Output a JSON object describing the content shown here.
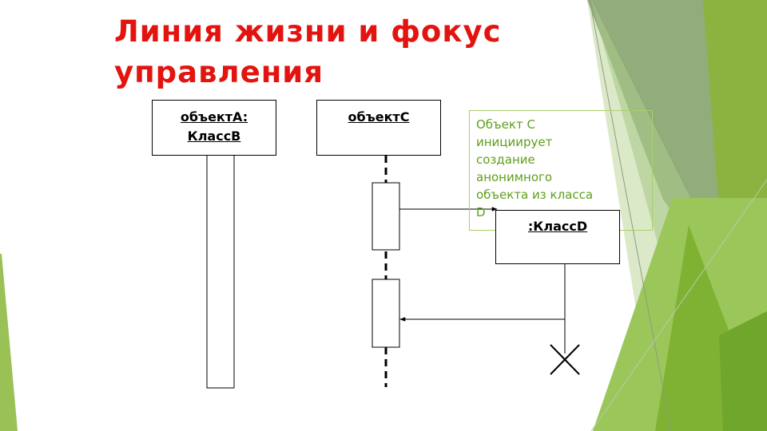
{
  "title": {
    "line1": "Линия жизни и фокус",
    "line2": "управления"
  },
  "objects": {
    "a": {
      "line1": "объектA:",
      "line2": "КлассB"
    },
    "c": {
      "line1": "объектC"
    },
    "d": {
      "line1": ":КлассD"
    }
  },
  "note": {
    "lines": [
      "Объект C",
      "инициирует",
      "создание",
      "анонимного",
      "объекта из класса",
      "D"
    ]
  },
  "colors": {
    "title": "#e3140f",
    "note_text": "#5f9e1a",
    "accent_green": "#8ab83a"
  }
}
